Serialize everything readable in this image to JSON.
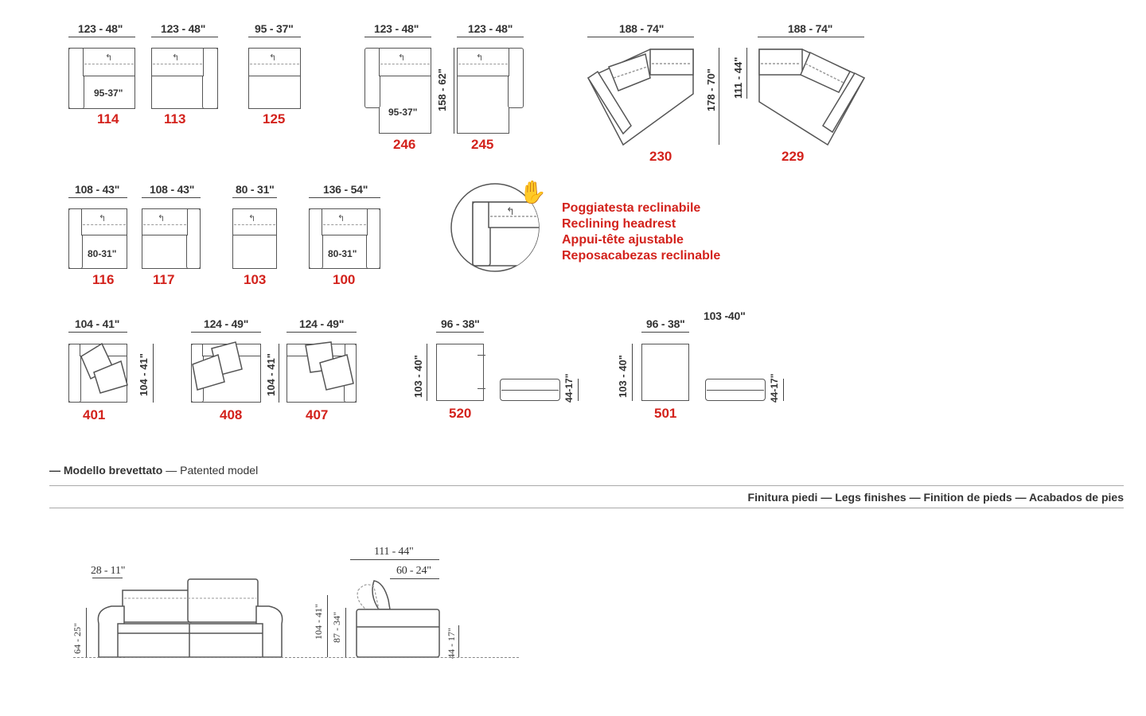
{
  "row1": {
    "dims": [
      "123 - 48\"",
      "123 - 48\"",
      "95 - 37\"",
      "123 - 48\"",
      "123 - 48\"",
      "188 - 74\"",
      "188 - 74\""
    ],
    "codes": [
      "114",
      "113",
      "125",
      "246",
      "245",
      "230",
      "229"
    ],
    "inner_95": "95-37\"",
    "inner_95b": "95-37\"",
    "v_158": "158 - 62\"",
    "v_178": "178 - 70\"",
    "v_111": "111 - 44\""
  },
  "row2": {
    "dims": [
      "108 - 43\"",
      "108 - 43\"",
      "80 - 31\"",
      "136 - 54\""
    ],
    "codes": [
      "116",
      "117",
      "103",
      "100"
    ],
    "inner_a": "80-31\"",
    "inner_b": "80-31\""
  },
  "headrest": {
    "lines": [
      "Poggiatesta reclinabile",
      "Reclining headrest",
      "Appui-tête ajustable",
      "Reposacabezas reclinable"
    ]
  },
  "row3": {
    "dims": [
      "104 - 41\"",
      "124 - 49\"",
      "124 - 49\"",
      "96 - 38\"",
      "96 - 38\""
    ],
    "extra_dim": "103 -40\"",
    "codes": [
      "401",
      "408",
      "407",
      "520",
      "501"
    ],
    "v_a": "104 - 41\"",
    "v_b": "104 - 41\"",
    "v_c": "103 - 40\"",
    "v_d": "44-17\"",
    "v_e": "103 - 40\"",
    "v_f": "44-17\""
  },
  "footer": {
    "patent_bold": "— Modello brevettato",
    "patent_rest": " — Patented model",
    "legs": "Finitura piedi — Legs finishes — Finition de pieds — Acabados de pies"
  },
  "profile": {
    "front_width": "28 - 11\"",
    "front_height": "64 - 25\"",
    "side_depth": "111 - 44\"",
    "seat_depth": "60 - 24\"",
    "h_max": "104 - 41\"",
    "h_back": "87 - 34\"",
    "h_seat": "44 - 17\""
  }
}
